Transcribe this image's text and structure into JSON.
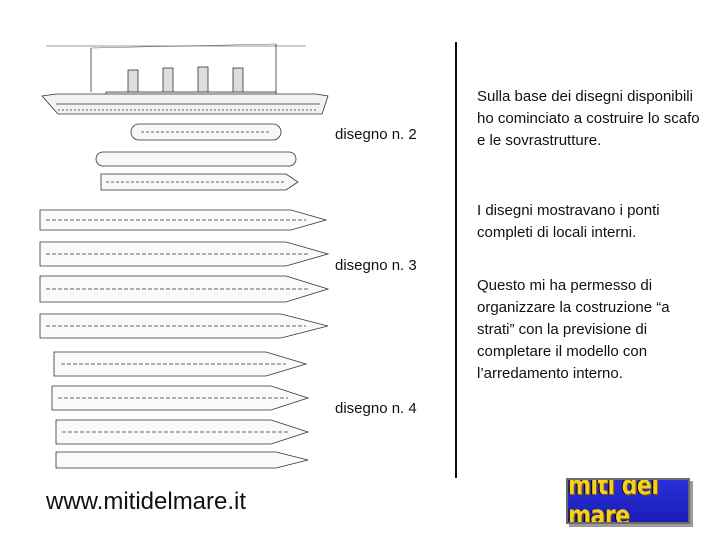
{
  "labels": {
    "drawing2": "disegno n. 2",
    "drawing3": "disegno n. 3",
    "drawing4": "disegno n. 4"
  },
  "text": {
    "p1": "Sulla base dei disegni disponibili ho cominciato a costruire lo scafo e le sovrastrutture.",
    "p2": "I disegni mostravano i ponti completi di locali interni.",
    "p3": "Questo mi ha permesso di organizzare la costruzione “a strati” con la previsione di completare il modello con l’arredamento interno."
  },
  "footer": {
    "url": "www.mitidelmare.it",
    "logo_text": "miti del mare"
  },
  "colors": {
    "logo_background": "#1a1db6",
    "logo_text": "#f4d21a"
  }
}
